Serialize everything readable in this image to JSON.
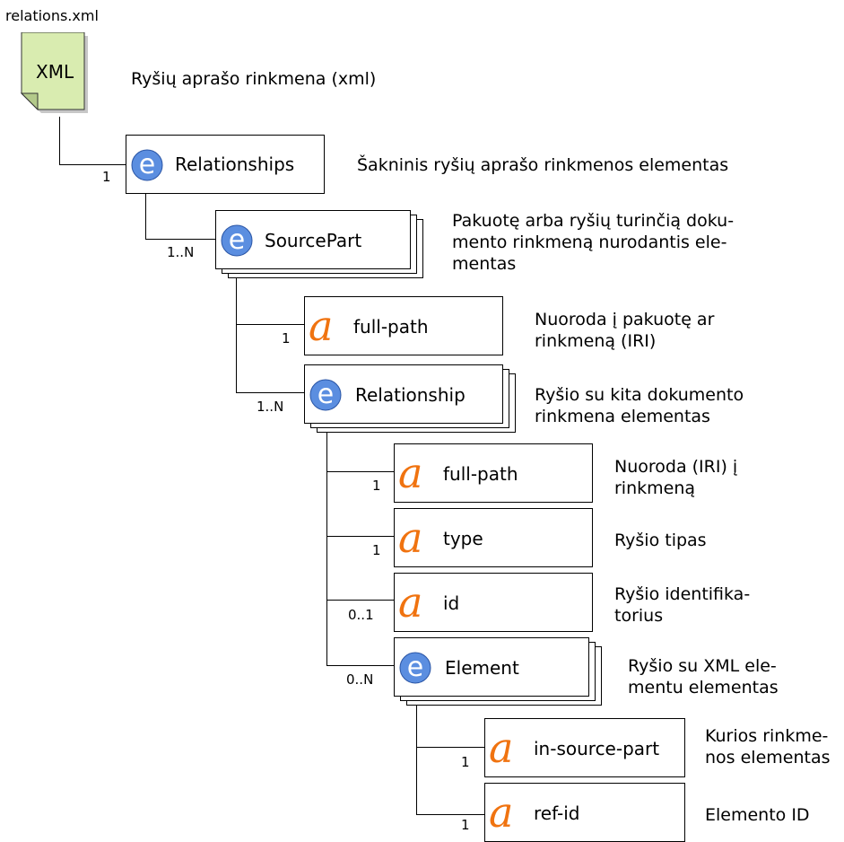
{
  "file": {
    "name": "relations.xml",
    "badge": "XML",
    "description": "Ryšių aprašo rinkmena (xml)",
    "icon": "xml-file-icon",
    "colors": {
      "fill": "#d9ecb0"
    }
  },
  "nodes": [
    {
      "id": "relationships",
      "kind": "element",
      "label": "Relationships",
      "cardinality": "1",
      "description": [
        "Šakninis ryšių aprašo rinkmenos elementas"
      ]
    },
    {
      "id": "sourcepart",
      "kind": "element",
      "label": "SourcePart",
      "cardinality": "1..N",
      "description": [
        "Pakuotę arba ryšių turinčią doku-",
        "mento rinkmeną nurodantis ele-",
        "mentas"
      ]
    },
    {
      "id": "sp-full-path",
      "kind": "attribute",
      "label": "full-path",
      "cardinality": "1",
      "description": [
        "Nuoroda į pakuotę ar",
        "rinkmeną (IRI)"
      ]
    },
    {
      "id": "relationship",
      "kind": "element",
      "label": "Relationship",
      "cardinality": "1..N",
      "description": [
        "Ryšio su kita dokumento",
        "rinkmena elementas"
      ]
    },
    {
      "id": "r-full-path",
      "kind": "attribute",
      "label": "full-path",
      "cardinality": "1",
      "description": [
        "Nuoroda (IRI) į",
        "rinkmeną"
      ]
    },
    {
      "id": "r-type",
      "kind": "attribute",
      "label": "type",
      "cardinality": "1",
      "description": [
        "Ryšio tipas"
      ]
    },
    {
      "id": "r-id",
      "kind": "attribute",
      "label": "id",
      "cardinality": "0..1",
      "description": [
        "Ryšio identifika-",
        "torius"
      ]
    },
    {
      "id": "element",
      "kind": "element",
      "label": "Element",
      "cardinality": "0..N",
      "description": [
        "Ryšio su XML ele-",
        "mentu elementas"
      ]
    },
    {
      "id": "in-source-part",
      "kind": "attribute",
      "label": "in-source-part",
      "cardinality": "1",
      "description": [
        "Kurios rinkme-",
        "nos elementas"
      ]
    },
    {
      "id": "ref-id",
      "kind": "attribute",
      "label": "ref-id",
      "cardinality": "1",
      "description": [
        "Elemento ID"
      ]
    }
  ],
  "icons": {
    "element": "element-e-icon",
    "attribute": "attribute-a-icon"
  },
  "colors": {
    "element_icon": "#5b8ee0",
    "attribute_icon": "#f07310"
  }
}
